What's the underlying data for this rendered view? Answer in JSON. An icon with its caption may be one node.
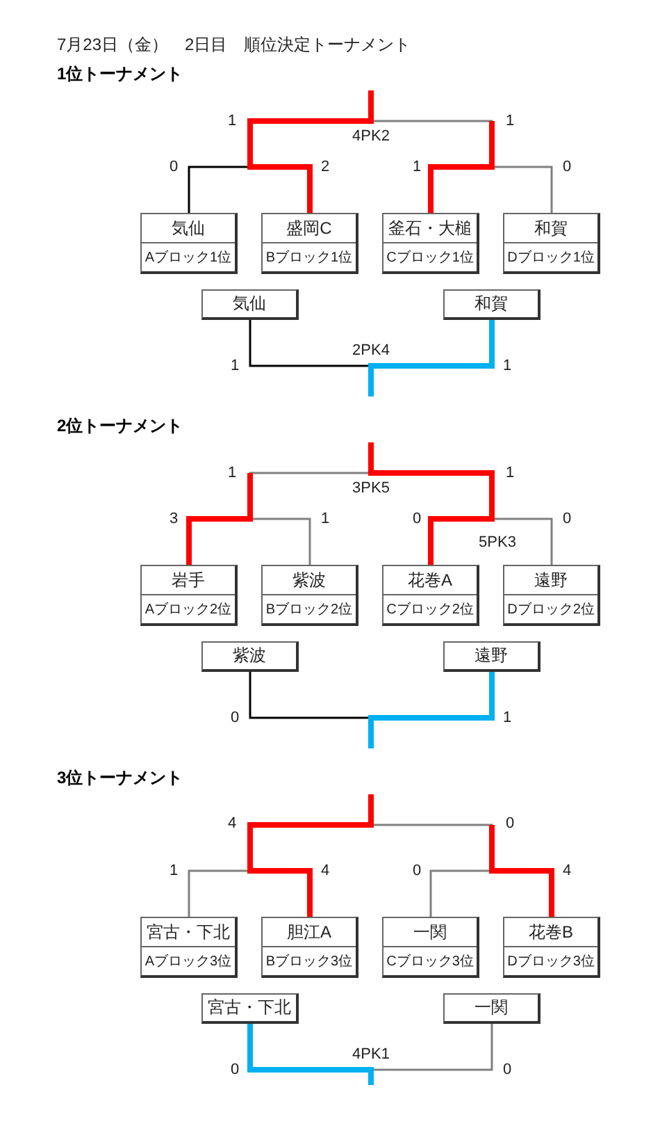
{
  "diagram": {
    "title": "7月23日（金）　2日目　順位決定トーナメント",
    "nodes": [
      {
        "text": [
          "気仙",
          "Aブロック1位"
        ]
      },
      {
        "text": [
          "盛岡C",
          "Bブロック1位"
        ]
      },
      {
        "text": [
          "釜石・大槌",
          "Cブロック1位"
        ]
      },
      {
        "text": [
          "和賀",
          "Dブロック1位"
        ]
      },
      {
        "text": [
          "気仙"
        ]
      },
      {
        "text": [
          "和賀"
        ]
      },
      {
        "text": [
          "岩手",
          "Aブロック2位"
        ]
      },
      {
        "text": [
          "紫波",
          "Bブロック2位"
        ]
      },
      {
        "text": [
          "花巻A",
          "Cブロック2位"
        ]
      },
      {
        "text": [
          "遠野",
          "Dブロック2位"
        ]
      },
      {
        "text": [
          "紫波"
        ]
      },
      {
        "text": [
          "遠野"
        ]
      },
      {
        "text": [
          "宮古・下北",
          "Aブロック3位"
        ]
      },
      {
        "text": [
          "胆江A",
          "Bブロック3位"
        ]
      },
      {
        "text": [
          "一関",
          "Cブロック3位"
        ]
      },
      {
        "text": [
          "花巻B",
          "Dブロック3位"
        ]
      },
      {
        "text": [
          "宮古・下北"
        ]
      },
      {
        "text": [
          "一関"
        ]
      }
    ],
    "edges": [
      {
        "from": 0,
        "to": null,
        "arrow": "none",
        "color": "#000000"
      },
      {
        "from": 1,
        "to": null,
        "arrow": "none",
        "style": "thick",
        "color": "#ff0000"
      },
      {
        "from": 2,
        "to": null,
        "arrow": "none",
        "style": "thick",
        "color": "#ff0000"
      },
      {
        "from": 3,
        "to": null,
        "arrow": "none",
        "color": "#808080"
      },
      {
        "from": 4,
        "to": null,
        "arrow": "none",
        "color": "#000000"
      },
      {
        "from": 5,
        "to": null,
        "arrow": "none",
        "style": "thick",
        "color": "#00b0f0"
      },
      {
        "from": 6,
        "to": null,
        "arrow": "none",
        "style": "thick",
        "color": "#ff0000"
      },
      {
        "from": 7,
        "to": null,
        "arrow": "none",
        "color": "#808080"
      },
      {
        "from": 8,
        "to": null,
        "arrow": "none",
        "style": "thick",
        "color": "#ff0000"
      },
      {
        "from": 9,
        "to": null,
        "arrow": "none",
        "color": "#808080"
      },
      {
        "from": 10,
        "to": null,
        "arrow": "none",
        "color": "#000000"
      },
      {
        "from": 11,
        "to": null,
        "arrow": "none",
        "style": "thick",
        "color": "#00b0f0"
      },
      {
        "from": 12,
        "to": null,
        "arrow": "none",
        "color": "#808080"
      },
      {
        "from": 13,
        "to": null,
        "arrow": "none",
        "style": "thick",
        "color": "#ff0000"
      },
      {
        "from": 14,
        "to": null,
        "arrow": "none",
        "color": "#808080"
      },
      {
        "from": 15,
        "to": null,
        "arrow": "none",
        "style": "thick",
        "color": "#ff0000"
      },
      {
        "from": 16,
        "to": null,
        "arrow": "none",
        "style": "thick",
        "color": "#00b0f0"
      },
      {
        "from": 17,
        "to": null,
        "arrow": "none",
        "color": "#808080"
      }
    ],
    "labels": [
      "1位トーナメント",
      "1",
      "1",
      "4PK2",
      "0",
      "2",
      "1",
      "0",
      "2PK4",
      "1",
      "1",
      "2位トーナメント",
      "1",
      "1",
      "3PK5",
      "3",
      "1",
      "0",
      "0",
      "5PK3",
      "0",
      "1",
      "3位トーナメント",
      "4",
      "0",
      "1",
      "4",
      "0",
      "4",
      "4PK1",
      "0",
      "0"
    ]
  }
}
